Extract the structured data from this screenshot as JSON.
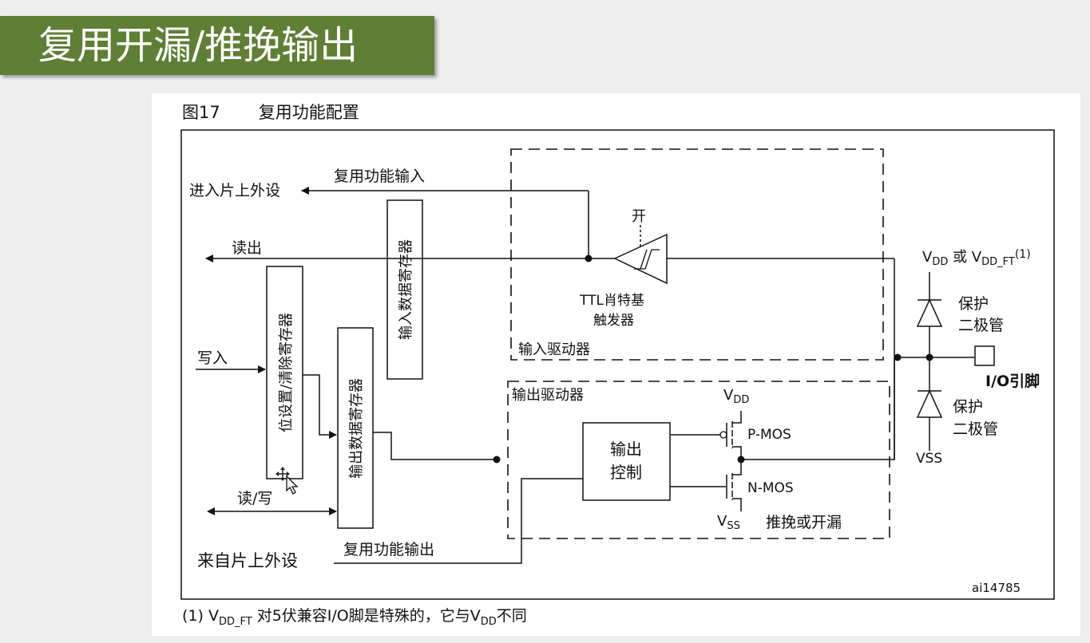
{
  "slide": {
    "title": "复用开漏/推挽输出"
  },
  "figure": {
    "number": "图17",
    "caption": "复用功能配置",
    "id": "ai14785",
    "footnote": {
      "prefix": "(1) V",
      "sub1": "DD_FT",
      "middle": " 对5伏兼容I/O脚是特殊的，它与V",
      "sub2": "DD",
      "suffix": "不同"
    }
  },
  "labels": {
    "to_onchip_periph": "进入片上外设",
    "alt_func_input": "复用功能输入",
    "read_out": "读出",
    "write_in": "写入",
    "read_write": "读/写",
    "from_onchip_periph": "来自片上外设",
    "alt_func_output": "复用功能输出",
    "input_data_reg": "输入数据寄存器",
    "bit_set_reset_reg": "位设置/清除寄存器",
    "output_data_reg": "输出数据寄存器",
    "input_driver": "输入驱动器",
    "output_driver": "输出驱动器",
    "on": "开",
    "schmitt_line1": "TTL肖特基",
    "schmitt_line2": "触发器",
    "output_control_line1": "输出",
    "output_control_line2": "控制",
    "vdd": "V",
    "vdd_sub": "DD",
    "vss": "V",
    "vss_sub": "SS",
    "pmos": "P-MOS",
    "nmos": "N-MOS",
    "push_pull_or_open_drain": "推挽或开漏",
    "vdd_or_vddft_a": "V",
    "vdd_or_vddft_sub1": "DD",
    "vdd_or_vddft_mid": " 或 V",
    "vdd_or_vddft_sub2": "DD_FT",
    "vdd_or_vddft_note": "(1)",
    "protect_diode_line1": "保护",
    "protect_diode_line2": "二极管",
    "vss_plain": "VSS",
    "io_pin": "I/O引脚"
  }
}
